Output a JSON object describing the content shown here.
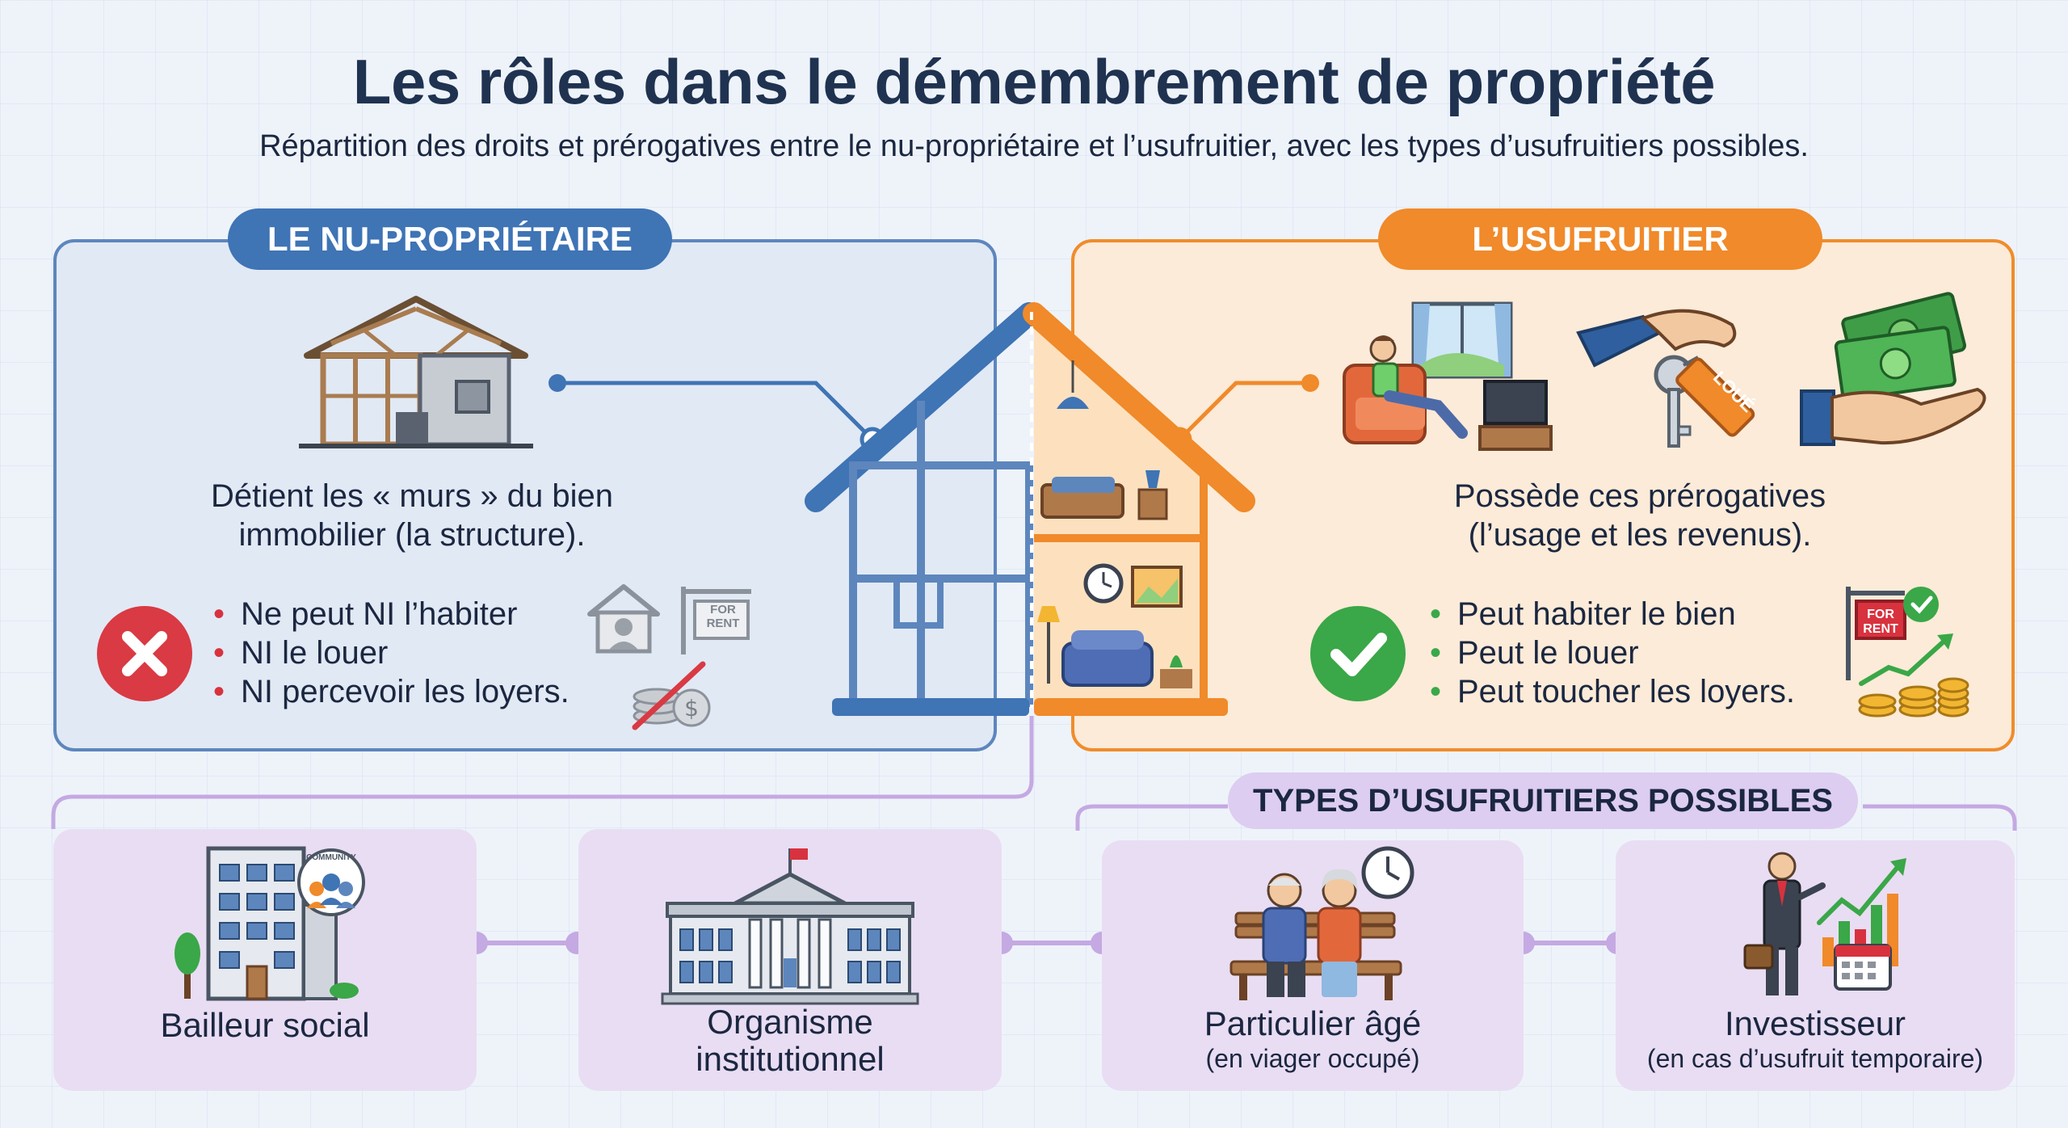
{
  "header": {
    "title": "Les rôles dans le démembrement de propriété",
    "subtitle": "Répartition des droits et prérogatives entre le nu-propriétaire et l’usufruitier, avec les types d’usufruitiers possibles."
  },
  "left": {
    "badge": "LE NU-PROPRIÉTAIRE",
    "description_line1": "Détient les « murs » du bien",
    "description_line2": "immobilier (la structure).",
    "bullets": [
      "Ne peut NI l’habiter",
      "NI le louer",
      "NI percevoir les loyers."
    ],
    "sign_text": "FOR RENT",
    "accent": "#3f74b5",
    "status_color": "#d93a43"
  },
  "right": {
    "badge": "L’USUFRUITIER",
    "description_line1": "Possède ces prérogatives",
    "description_line2": "(l’usage et les revenus).",
    "bullets": [
      "Peut habiter le bien",
      "Peut le louer",
      "Peut toucher les loyers."
    ],
    "tag_text": "LOUÉ",
    "sign_text": "FOR RENT",
    "accent": "#f08a2a",
    "status_color": "#3aa748"
  },
  "types": {
    "header": "TYPES D’USUFRUITIERS POSSIBLES",
    "items": [
      {
        "label": "Bailleur social",
        "badge": "COMMUNITY"
      },
      {
        "label": "Organisme institutionnel"
      },
      {
        "label": "Particulier âgé",
        "sub": "(en viager occupé)"
      },
      {
        "label": "Investisseur",
        "sub": "(en cas d’usufruit temporaire)"
      }
    ],
    "accent": "#c5a9e2"
  }
}
